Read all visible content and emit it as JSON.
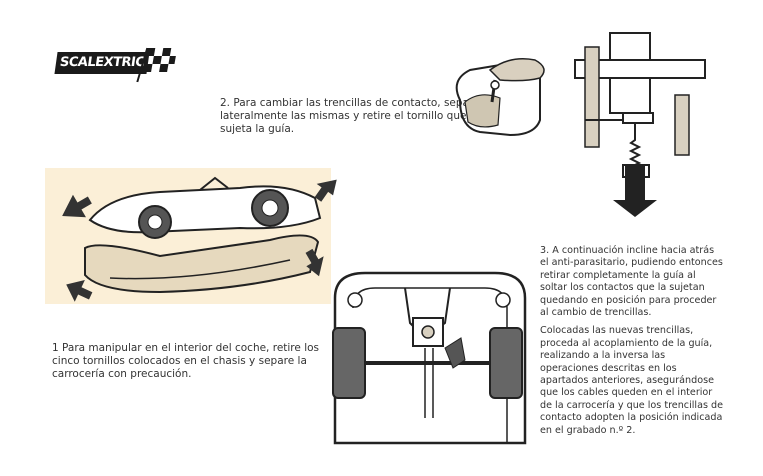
{
  "brand": {
    "logo_text": "SCALEXTRIC"
  },
  "steps": {
    "step1": "1 Para manipular en el interior del coche, retire los cinco tornillos colocados en el chasis y separe la carrocería con precaución.",
    "step2": "2. Para cambiar las trencillas de contacto, separe lateralmente las mismas y retire el tornillo que sujeta la guía.",
    "step3_p1": "3. A continuación incline hacia atrás el anti-parasitario, pudiendo entonces retirar completamente la guía al soltar los contactos que la sujetan quedando en posición para proceder al cambio de trencillas.",
    "step3_p2": "Colocadas las nuevas trencillas, proceda al acoplamiento de la guía, realizando a la inversa las operaciones descritas en los apartados anteriores, asegurándose que los cables queden en el interior de la carrocería y que los trencillas de contacto adopten la posición indicada en el grabado n.º 2."
  },
  "colors": {
    "panel": "#fbefd7",
    "ink": "#2a2a2a"
  }
}
